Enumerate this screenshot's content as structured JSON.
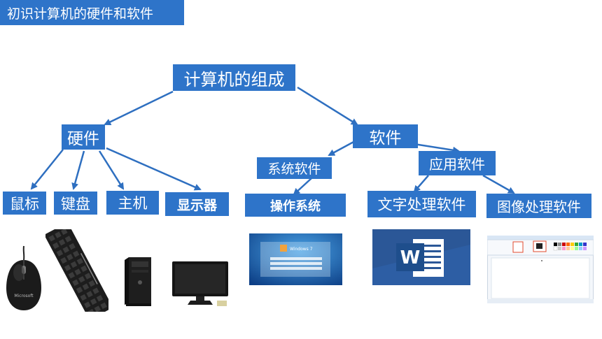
{
  "title": "初识计算机的硬件和软件",
  "root": "计算机的组成",
  "hardware": {
    "label": "硬件",
    "items": [
      "鼠标",
      "键盘",
      "主机",
      "显示器"
    ]
  },
  "software": {
    "label": "软件",
    "system": {
      "label": "系统软件",
      "items": [
        "操作系统"
      ]
    },
    "application": {
      "label": "应用软件",
      "items": [
        "文字处理软件",
        "图像处理软件"
      ]
    }
  },
  "images": {
    "mouse": "mouse-image",
    "keyboard": "keyboard-image",
    "host": "computer-tower-image",
    "monitor": "monitor-image",
    "os": "windows-7-screenshot",
    "word": "word-logo",
    "paint": "paint-app-screenshot"
  },
  "colors": {
    "box": "#2e74c9",
    "arrow": "#2e6fc0",
    "text": "#ffffff"
  }
}
